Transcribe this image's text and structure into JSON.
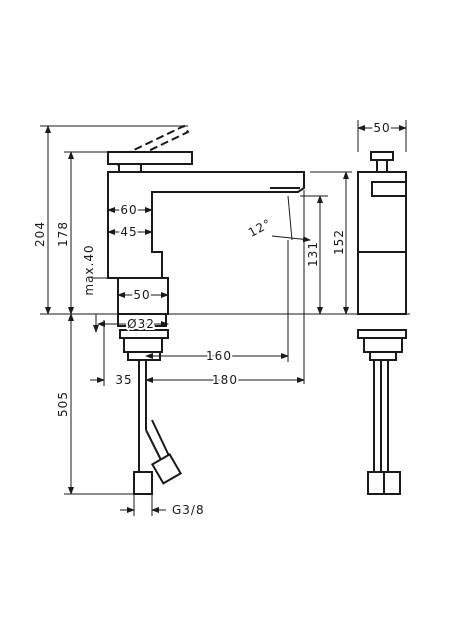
{
  "dimensions": {
    "total_height_lever_open": "204",
    "total_height": "178",
    "spout_max_height": "max.40",
    "spout_width": "60",
    "body_width_lower": "45",
    "base_width": "50",
    "base_diameter": "Ø32",
    "spout_angle": "12°",
    "spout_outlet_height": "131",
    "spout_total_height": "152",
    "spout_reach": "160",
    "spout_projection": "180",
    "side_offset": "35",
    "supply_length": "505",
    "thread": "G3/8",
    "side_width": "50"
  },
  "colors": {
    "line": "#1a1a1a",
    "background": "#ffffff"
  }
}
